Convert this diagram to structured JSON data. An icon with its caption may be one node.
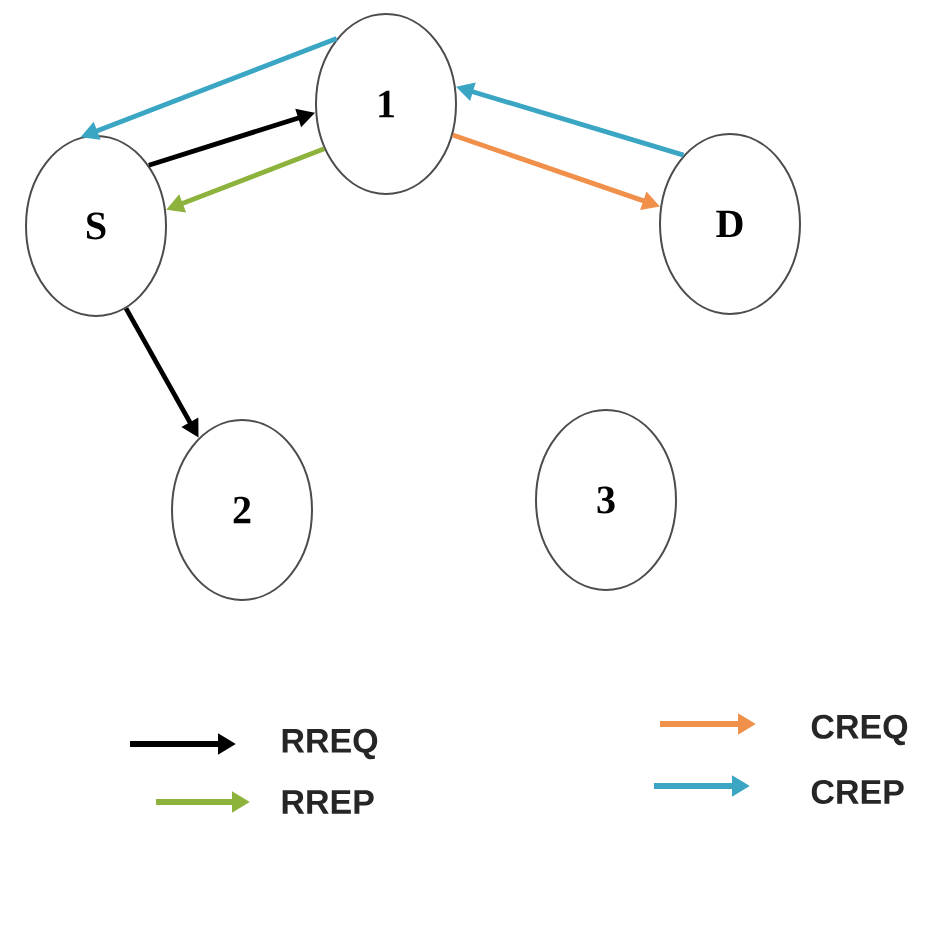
{
  "diagram": {
    "nodes": [
      {
        "text": [
          "S"
        ]
      },
      {
        "text": [
          "1"
        ]
      },
      {
        "text": [
          "D"
        ]
      },
      {
        "text": [
          "2"
        ]
      },
      {
        "text": [
          "3"
        ]
      }
    ],
    "edges": [
      {
        "from": 0,
        "to": 1,
        "arrow": "to"
      },
      {
        "from": 1,
        "to": 0,
        "arrow": "to",
        "color": "#8db33c"
      },
      {
        "from": 1,
        "to": 0,
        "arrow": "to",
        "color": "#3aa6c4"
      },
      {
        "from": 1,
        "to": 2,
        "arrow": "to",
        "color": "#f0904a"
      },
      {
        "from": 2,
        "to": 1,
        "arrow": "to",
        "color": "#3aa6c4"
      },
      {
        "from": 0,
        "to": 3,
        "arrow": "to"
      }
    ],
    "legend": [
      {
        "text": "RREQ",
        "color": "#000000"
      },
      {
        "text": "RREP",
        "color": "#8db33c"
      },
      {
        "text": "CREQ",
        "color": "#f0904a"
      },
      {
        "text": "CREP",
        "color": "#3aa6c4"
      }
    ]
  }
}
